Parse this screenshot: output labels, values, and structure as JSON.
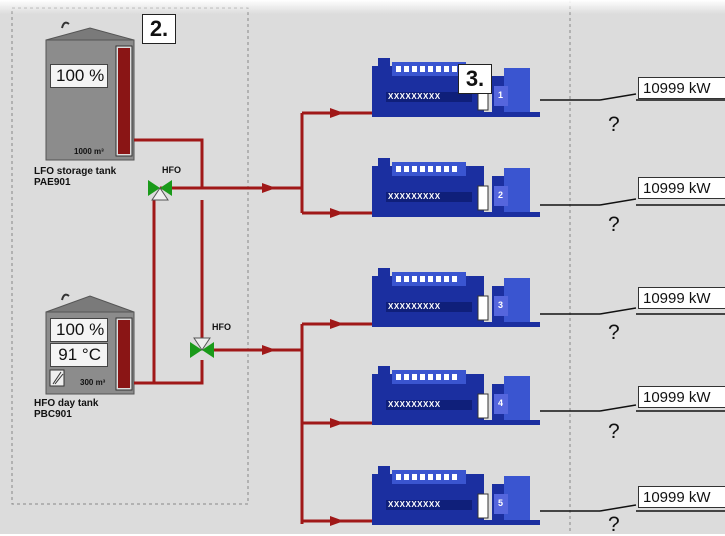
{
  "section_labels": {
    "storage_section": "2.",
    "generator_section": "3."
  },
  "lfo_tank": {
    "level": "100 %",
    "volume": "1000 m³",
    "caption": "LFO storage tank\nPAE901",
    "fill_fraction": 1.0
  },
  "hfo_tank": {
    "level": "100 %",
    "temperature": "91 °C",
    "volume": "300 m³",
    "caption": "HFO day tank\nPBC901",
    "fill_fraction": 1.0
  },
  "valves": [
    {
      "label": "HFO"
    },
    {
      "label": "HFO"
    }
  ],
  "generators": [
    {
      "number": "1",
      "serial": "XXXXXXXXX",
      "output": "10999 kW",
      "breaker_state": "?"
    },
    {
      "number": "2",
      "serial": "XXXXXXXXX",
      "output": "10999 kW",
      "breaker_state": "?"
    },
    {
      "number": "3",
      "serial": "XXXXXXXXX",
      "output": "10999 kW",
      "breaker_state": "?"
    },
    {
      "number": "4",
      "serial": "XXXXXXXXX",
      "output": "10999 kW",
      "breaker_state": "?"
    },
    {
      "number": "5",
      "serial": "XXXXXXXXX",
      "output": "10999 kW",
      "breaker_state": "?"
    }
  ],
  "colors": {
    "pipe": "#a01818",
    "engine": "#1b2fa0",
    "engine_light": "#3a55d0",
    "tank_body": "#8c8c8c",
    "level_bar": "#8a1515",
    "valve_green": "#1a9a1a",
    "background": "#dcdcdc"
  }
}
